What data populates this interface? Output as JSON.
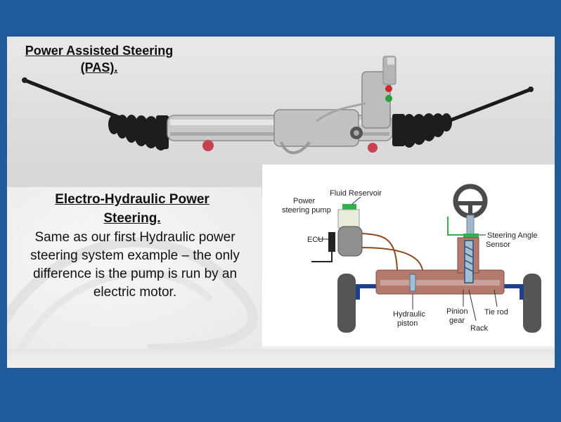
{
  "slide": {
    "title": "Power Assisted Steering (PAS).",
    "section_heading": "Electro-Hydraulic Power Steering.",
    "body_text": "Same as our first Hydraulic power steering system example – the only difference is the pump is run by an electric motor."
  },
  "diagram": {
    "labels": {
      "fluid_reservoir": "Fluid Reservoir",
      "power_pump_line1": "Power",
      "power_pump_line2": "steering pump",
      "ecu": "ECU",
      "steering_sensor_line1": "Steering Angle",
      "steering_sensor_line2": "Sensor",
      "hydraulic_line1": "Hydraulic",
      "hydraulic_line2": "piston",
      "pinion_line1": "Pinion",
      "pinion_line2": "gear",
      "rack": "Rack",
      "tie_rod": "Tie rod"
    },
    "colors": {
      "rack_housing": "#b57a6e",
      "tie_rod": "#1f3f8f",
      "sensor": "#2fb24c",
      "hose": "#8a4a1e",
      "tire": "#555555"
    }
  }
}
